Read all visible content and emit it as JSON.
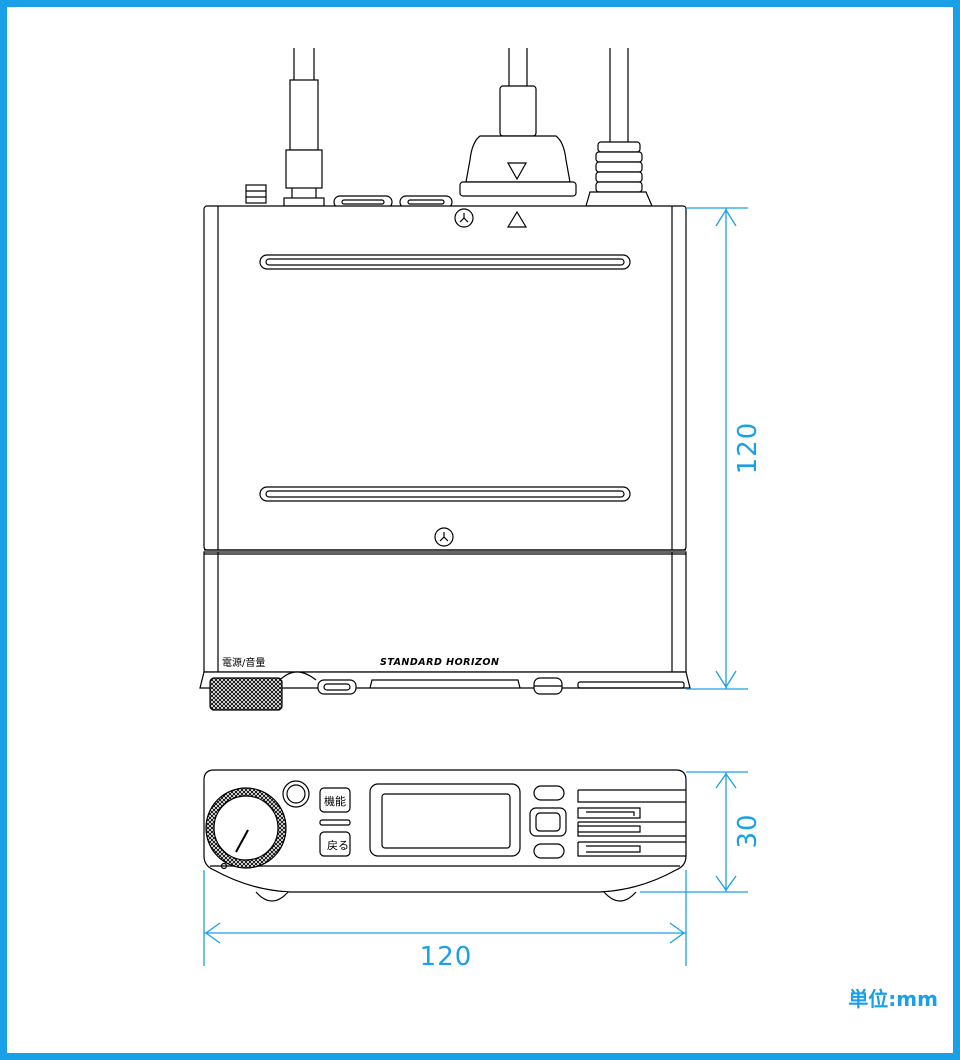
{
  "dimensions": {
    "height_top_view": "120",
    "height_front_view": "30",
    "width": "120",
    "unit_label": "単位:mm"
  },
  "device": {
    "power_volume_label": "電源/音量",
    "brand": "STANDARD HORIZON",
    "function_button": "機能",
    "back_button": "戻る"
  },
  "colors": {
    "dimension_line": "#1aa0e6",
    "outline": "#000000"
  }
}
